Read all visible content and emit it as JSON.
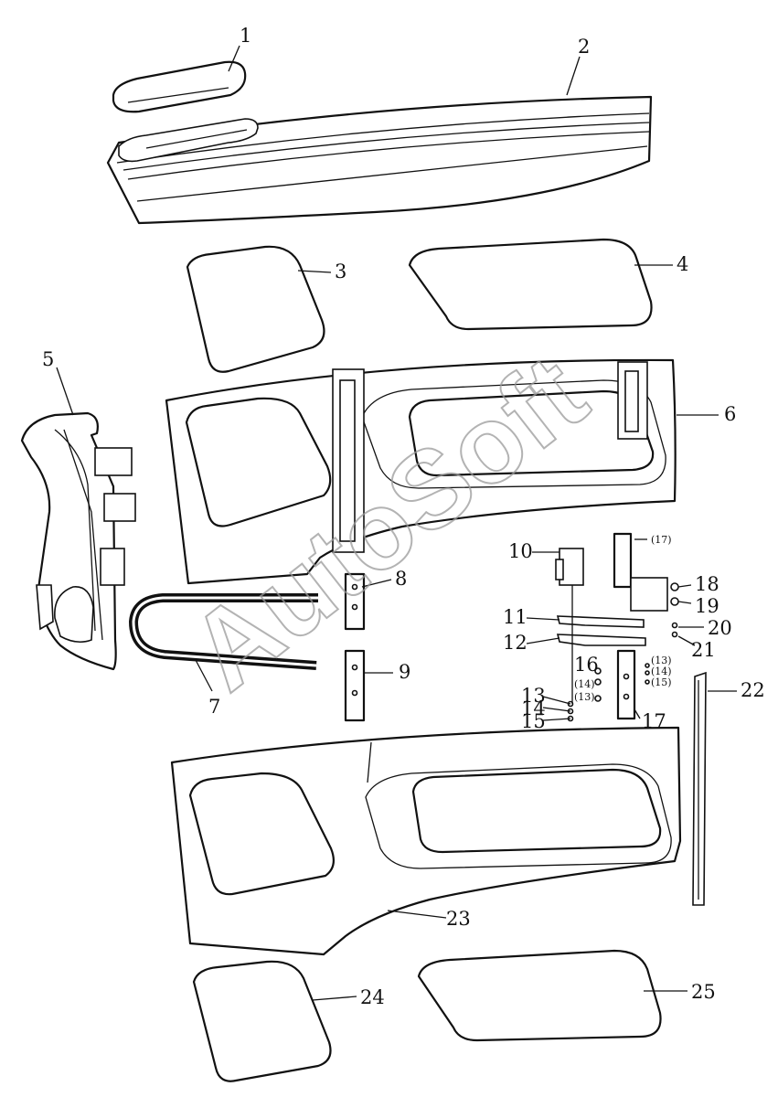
{
  "watermark": "AutoSoft",
  "callouts": {
    "c1": "1",
    "c2": "2",
    "c3": "3",
    "c4": "4",
    "c5": "5",
    "c6": "6",
    "c7": "7",
    "c8": "8",
    "c9": "9",
    "c10": "10",
    "c11": "11",
    "c12": "12",
    "c13": "13",
    "c14": "14",
    "c15": "15",
    "c16": "16",
    "c17": "17",
    "c18": "18",
    "c19": "19",
    "c20": "20",
    "c21": "21",
    "c22": "22",
    "c23": "23",
    "c24": "24",
    "c25": "25",
    "c17_ref": "(17)",
    "c13_ref": "(13)",
    "c14_ref": "(14)",
    "c15_ref": "(15)"
  }
}
